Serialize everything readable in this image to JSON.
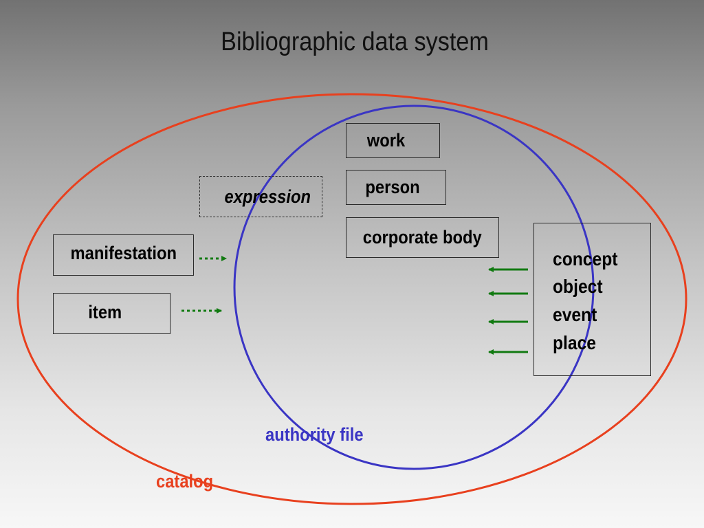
{
  "title": "Bibliographic data system",
  "entities": {
    "work": "work",
    "person": "person",
    "corporate_body": "corporate body",
    "expression": "expression",
    "manifestation": "manifestation",
    "item": "item"
  },
  "subject_terms": [
    "concept",
    "object",
    "event",
    "place"
  ],
  "sets": {
    "authority_file": "authority file",
    "catalog": "catalog"
  },
  "colors": {
    "catalog": "#e8401e",
    "authority_file": "#3a35c4",
    "arrow": "#117a11"
  }
}
